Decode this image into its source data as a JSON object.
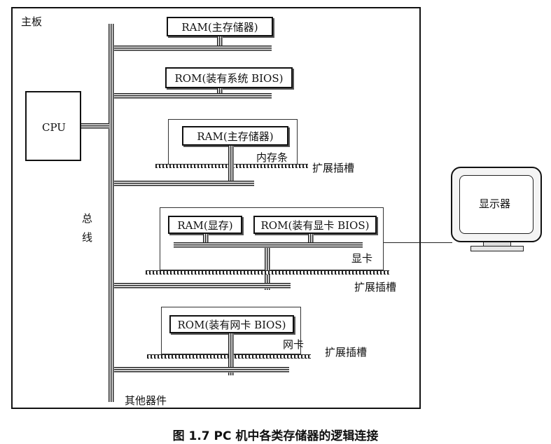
{
  "board_label": "主板",
  "cpu_label": "CPU",
  "bus_label_1": "总",
  "bus_label_2": "线",
  "other_devices_label": "其他器件",
  "ram_main_label": "RAM(主存储器)",
  "rom_bios_label": "ROM(装有系统 BIOS)",
  "memory_module": {
    "chip_label": "RAM(主存储器)",
    "card_label": "内存条",
    "slot_label": "扩展插槽"
  },
  "video_card": {
    "vram_label": "RAM(显存)",
    "rom_label": "ROM(装有显卡 BIOS)",
    "card_label": "显卡",
    "slot_label": "扩展插槽"
  },
  "network_card": {
    "rom_label": "ROM(装有网卡 BIOS)",
    "card_label": "网卡",
    "slot_label": "扩展插槽"
  },
  "monitor_label": "显示器",
  "caption": "图 1.7    PC 机中各类存储器的逻辑连接"
}
